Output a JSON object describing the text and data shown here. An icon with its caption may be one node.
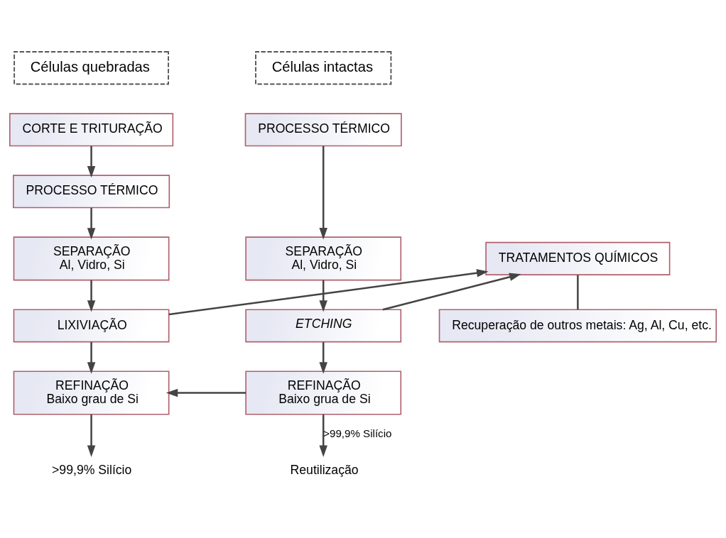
{
  "diagram": {
    "nodes": [
      {
        "text": [
          "Células quebradas"
        ]
      },
      {
        "text": [
          "Células intactas"
        ]
      },
      {
        "text": [
          "CORTE E TRITURAÇÃO"
        ]
      },
      {
        "text": [
          "PROCESSO TÉRMICO"
        ]
      },
      {
        "text": [
          "SEPARAÇÃO",
          "Al, Vidro, Si"
        ]
      },
      {
        "text": [
          "LIXIVIAÇÃO"
        ]
      },
      {
        "text": [
          "REFINAÇÃO",
          "Baixo grau de Si"
        ]
      },
      {
        "text": [
          ">99,9% Silício"
        ]
      },
      {
        "text": [
          "PROCESSO TÉRMICO"
        ]
      },
      {
        "text": [
          "SEPARAÇÃO",
          "Al, Vidro, Si"
        ]
      },
      {
        "text": [
          "ETCHING"
        ]
      },
      {
        "text": [
          "REFINAÇÃO",
          "Baixo grua de Si"
        ]
      },
      {
        "text": [
          "Reutilização"
        ]
      },
      {
        "text": [
          "TRATAMENTOS QUÍMICOS"
        ]
      },
      {
        "text": [
          "Recuperação de outros metais: Ag, Al, Cu, etc."
        ]
      }
    ],
    "edges": [
      {
        "from": 2,
        "to": 3,
        "arrow": "to"
      },
      {
        "from": 3,
        "to": 4,
        "arrow": "to"
      },
      {
        "from": 4,
        "to": 5,
        "arrow": "to"
      },
      {
        "from": 5,
        "to": 6,
        "arrow": "to"
      },
      {
        "from": 6,
        "to": 7,
        "arrow": "to"
      },
      {
        "from": 8,
        "to": 9,
        "arrow": "to"
      },
      {
        "from": 9,
        "to": 10,
        "arrow": "to"
      },
      {
        "from": 10,
        "to": 11,
        "arrow": "to"
      },
      {
        "from": 11,
        "to": 12,
        "arrow": "to",
        "label": ">99,9% Silício"
      },
      {
        "from": 5,
        "to": 13,
        "arrow": "to"
      },
      {
        "from": 10,
        "to": 13,
        "arrow": "to"
      },
      {
        "from": 11,
        "to": 6,
        "arrow": "to"
      },
      {
        "from": 13,
        "to": 14,
        "arrow": "none"
      }
    ]
  }
}
